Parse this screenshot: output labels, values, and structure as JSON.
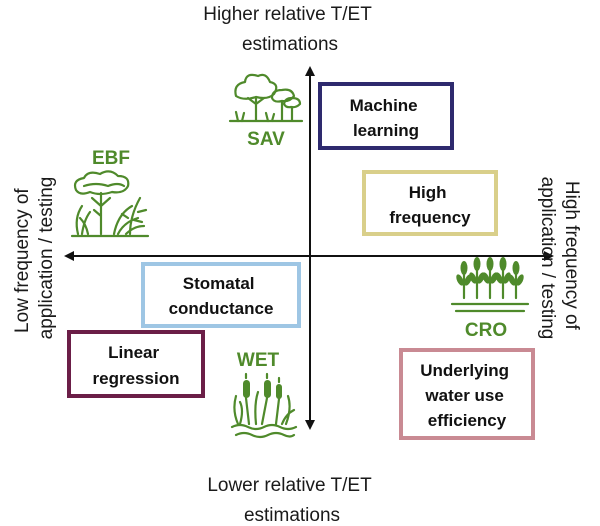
{
  "axes": {
    "top": [
      "Higher relative T/ET",
      "estimations"
    ],
    "bottom": [
      "Lower relative T/ET",
      "estimations"
    ],
    "left": [
      "Low frequency of",
      "application / testing"
    ],
    "right": [
      "High frequency of",
      "application / testing"
    ]
  },
  "boxes": {
    "machine_learning": {
      "lines": [
        "Machine",
        "learning"
      ],
      "color": "#2e2a6e"
    },
    "high_frequency": {
      "lines": [
        "High",
        "frequency"
      ],
      "color": "#d9cf8a"
    },
    "stomatal_conductance": {
      "lines": [
        "Stomatal",
        "conductance"
      ],
      "color": "#9ec6e4"
    },
    "linear_regression": {
      "lines": [
        "Linear",
        "regression"
      ],
      "color": "#6b1e47"
    },
    "underlying_wue": {
      "lines": [
        "Underlying",
        "water use",
        "efficiency"
      ],
      "color": "#c98a93"
    }
  },
  "ecosystems": {
    "sav": {
      "label": "SAV",
      "icon": "savanna-icon"
    },
    "ebf": {
      "label": "EBF",
      "icon": "forest-icon"
    },
    "cro": {
      "label": "CRO",
      "icon": "wheat-icon"
    },
    "wet": {
      "label": "WET",
      "icon": "cattail-icon"
    }
  },
  "colors": {
    "icon_green": "#4f8a2b",
    "axis": "#111111"
  }
}
